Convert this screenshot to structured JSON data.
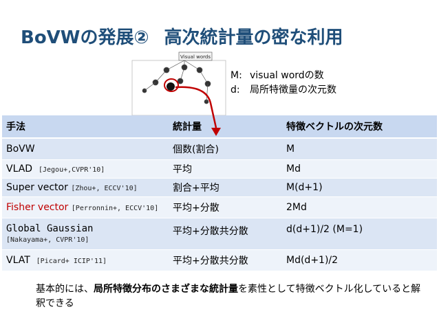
{
  "title": {
    "part1": "BoVWの発展②",
    "part2": "高次統計量の密な利用"
  },
  "diagram": {
    "label": "Visual words"
  },
  "legend": {
    "m_key": "M:",
    "m_text": "visual wordの数",
    "d_key": "d:",
    "d_text": "局所特徴量の次元数"
  },
  "table": {
    "headers": [
      "手法",
      "統計量",
      "特徴ベクトルの次元数"
    ],
    "rows": [
      {
        "method": "BoVW",
        "ref": "",
        "stat": "個数(割合)",
        "dim": "M"
      },
      {
        "method": "VLAD",
        "ref": "[Jegou+,CVPR'10]",
        "stat": "平均",
        "dim": "Md"
      },
      {
        "method": "Super vector",
        "ref": "[Zhou+, ECCV'10]",
        "stat": "割合+平均",
        "dim": "M(d+1)"
      },
      {
        "method": "Fisher vector",
        "ref": "[Perronnin+, ECCV'10]",
        "stat": "平均+分散",
        "dim": "2Md"
      },
      {
        "method": "Global Gaussian",
        "ref": "[Nakayama+, CVPR'10]",
        "stat": "平均+分散共分散",
        "dim": "d(d+1)/2 (M=1)"
      },
      {
        "method": "VLAT",
        "ref": "[Picard+ ICIP'11]",
        "stat": "平均+分散共分散",
        "dim": "Md(d+1)/2"
      }
    ]
  },
  "note": {
    "pre": "基本的には、",
    "bold": "局所特徴分布のさまざまな統計量",
    "post": "を素性として特徴ベクトル化していると解釈できる"
  },
  "colors": {
    "title": "#1f4e79",
    "header_bg": "#c8d8f0",
    "row_dark": "#dbe5f4",
    "row_light": "#eef3fa",
    "arrow": "#c00000",
    "fisher": "#c00000"
  }
}
